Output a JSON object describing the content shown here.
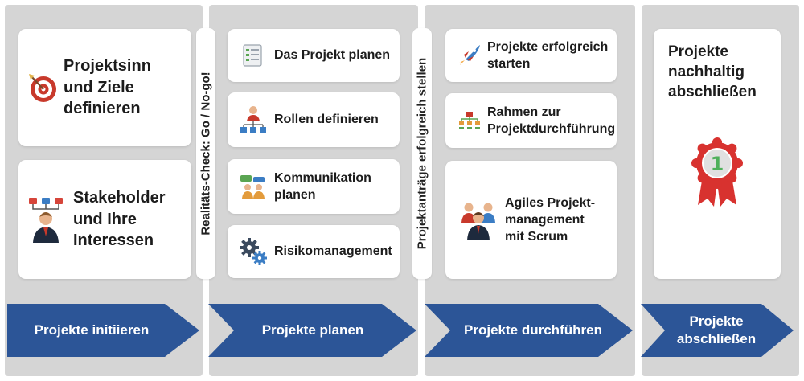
{
  "phases": [
    {
      "arrow_label": "Projekte initiieren",
      "cards": [
        {
          "label": "Projektsinn und Ziele definieren",
          "icon": "target-icon"
        },
        {
          "label": "Stakeholder und Ihre Interessen",
          "icon": "stakeholder-icon"
        }
      ]
    },
    {
      "arrow_label": "Projekte planen",
      "cards": [
        {
          "label": "Das Projekt planen",
          "icon": "checklist-icon"
        },
        {
          "label": "Rollen definieren",
          "icon": "org-chart-icon"
        },
        {
          "label": "Kommunikation planen",
          "icon": "communication-icon"
        },
        {
          "label": "Risikomanagement",
          "icon": "gears-icon"
        }
      ]
    },
    {
      "arrow_label": "Projekte durchführen",
      "cards": [
        {
          "label": "Projekte erfolgreich starten",
          "icon": "rocket-icon"
        },
        {
          "label": "Rahmen zur Projektdurchführung",
          "icon": "hierarchy-icon"
        },
        {
          "label": "Agiles Projekt-management mit Scrum",
          "icon": "team-icon"
        }
      ]
    },
    {
      "arrow_label": "Projekte abschließen",
      "cards": [
        {
          "label": "Projekte nachhaltig abschließen",
          "icon": "award-icon"
        }
      ]
    }
  ],
  "gates": [
    {
      "label": "Realitäts-Check: Go / No-go!"
    },
    {
      "label": "Projektanträge erfolgreich stellen"
    }
  ],
  "colors": {
    "arrow": "#2c5597",
    "column_bg": "#d5d5d5",
    "target_red": "#c8392b",
    "award_red": "#d8322f",
    "award_green": "#4fb05b"
  }
}
